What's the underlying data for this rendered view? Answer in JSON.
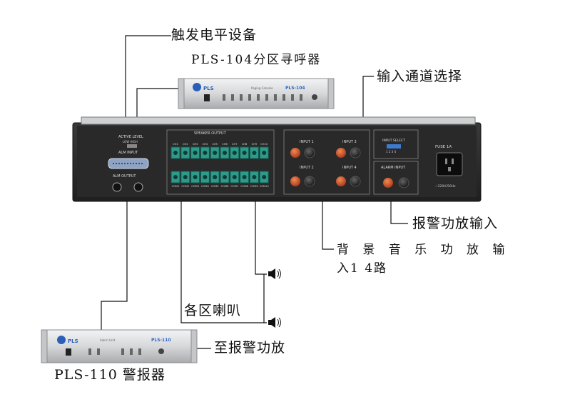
{
  "labels": {
    "trigger_device": "触发电平设备",
    "zone_pager": "PLS-104分区寻呼器",
    "input_select_callout": "输入通道选择",
    "alarm_amp_input": "报警功放输入",
    "bg_music_line1": "背 景 音 乐 功 放 输",
    "bg_music_line2": "入1   4路",
    "zone_speakers": "各区喇叭",
    "to_alarm_amp": "至报警功放",
    "alarm_unit": "PLS-110  警报器"
  },
  "panel": {
    "active_level": "ACTIVE LEVEL",
    "level_options": "LOW  HIGH",
    "alm_input": "ALM INPUT",
    "alm_output": "ALM OUTPUT",
    "speaker_output": "SPEAKER OUTPUT",
    "input_1": "INPUT 1",
    "input_2": "INPUT 2",
    "input_3": "INPUT 3",
    "input_4": "INPUT 4",
    "input_select": "INPUT SELECT",
    "dip_numbers": "1 2 3 4",
    "alarm_input": "ALARM INPUT",
    "fuse": "FUSE 1A",
    "mains": "~220V/50Hz",
    "terminals_top": [
      "CH1",
      "CH2",
      "CH3",
      "CH4",
      "CH5",
      "CH6",
      "CH7",
      "CH8",
      "CH9",
      "CH10"
    ],
    "terminals_bottom": [
      "COM1",
      "COM2",
      "COM3",
      "COM4",
      "COM5",
      "COM6",
      "COM7",
      "COM8",
      "COM9",
      "COM10"
    ]
  },
  "pager": {
    "brand": "PLS",
    "model": "PLS-104",
    "caption": "Paging Console"
  },
  "alarm": {
    "brand": "PLS",
    "model": "PLS-110",
    "caption": "Alarm Unit"
  },
  "colors": {
    "panel": "#2b2b2b",
    "terminal": "#2e9a8a",
    "binding_red": "#c44a1e",
    "binding_black": "#1a1a1a",
    "device_silver": "#d9dadc",
    "device_lcd": "#4a78c8"
  }
}
